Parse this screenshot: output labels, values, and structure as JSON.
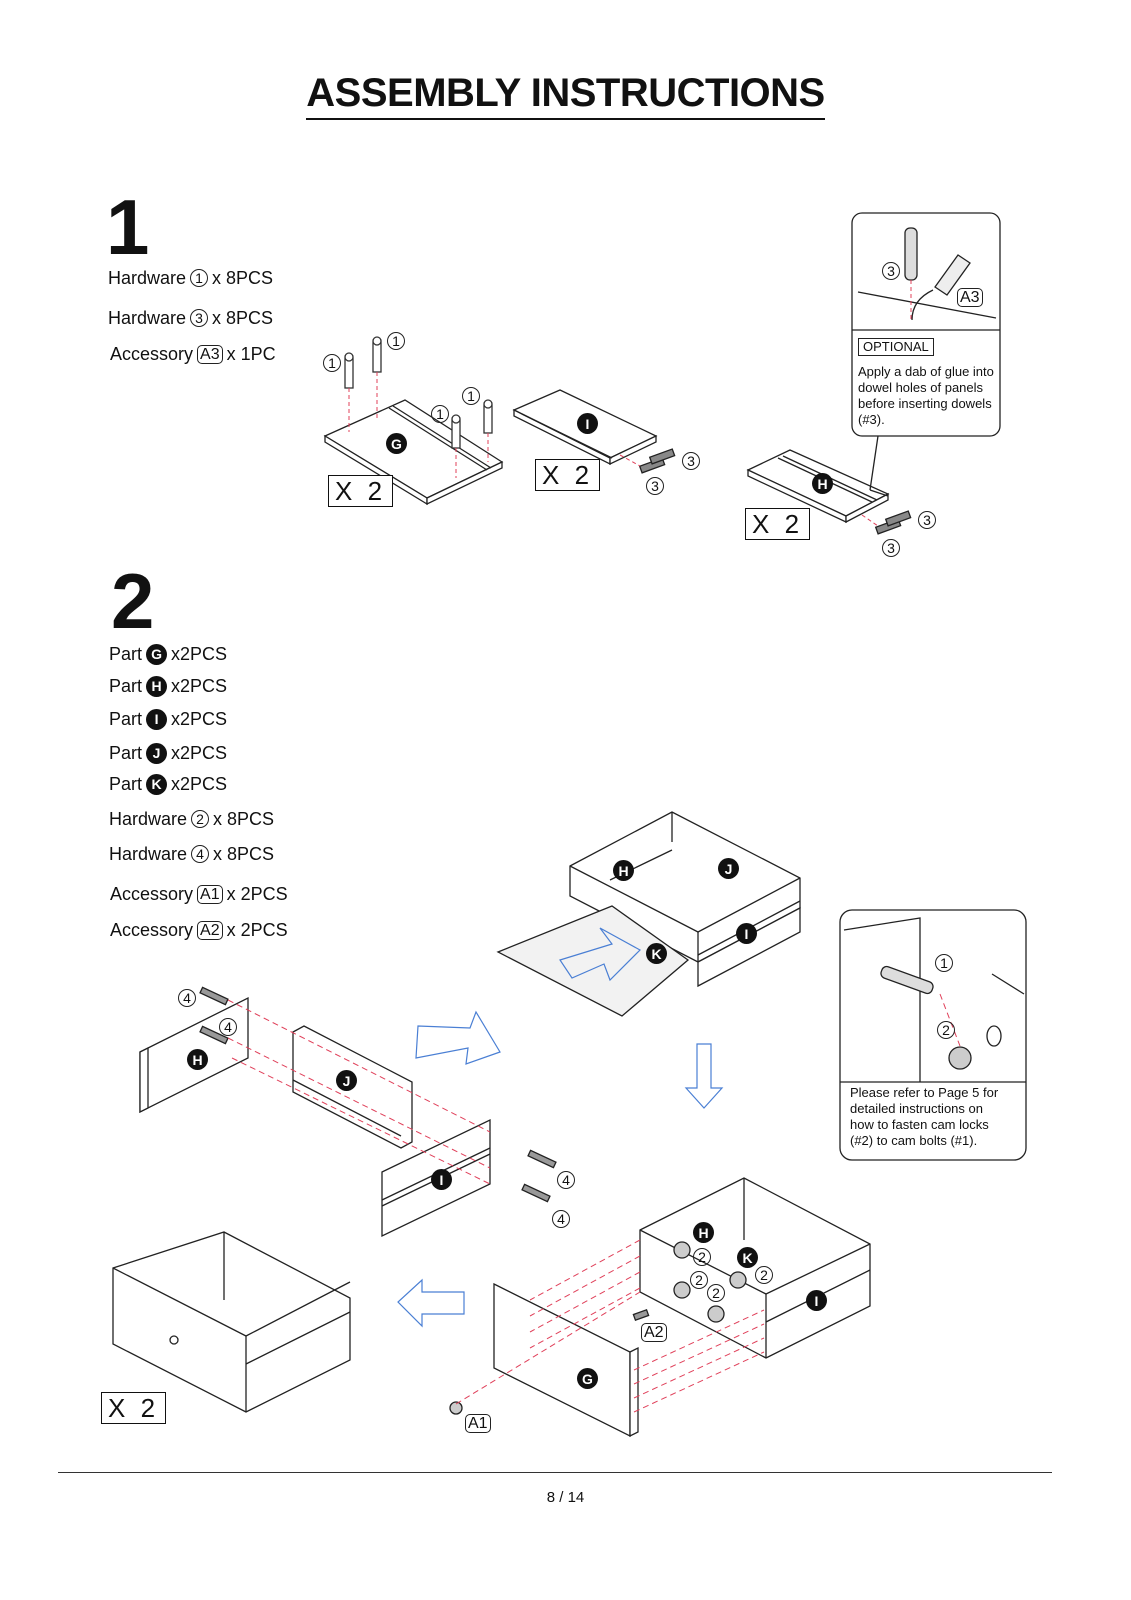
{
  "title": "ASSEMBLY INSTRUCTIONS",
  "step1": {
    "number": "1",
    "items": [
      {
        "prefix": "Hardware",
        "code": "1",
        "qty": "x 8PCS"
      },
      {
        "prefix": "Hardware",
        "code": "3",
        "qty": "x 8PCS"
      },
      {
        "prefix": "Accessory",
        "code": "A3",
        "qty": "x 1PC"
      }
    ],
    "qty_labels": [
      "X  2",
      "X  2",
      "X  2"
    ],
    "callout": {
      "tag": "OPTIONAL",
      "text": "Apply a dab of glue into dowel holes of panels before inserting dowels  (#3).",
      "hardware": "3",
      "accessory": "A3"
    },
    "diagram_labels": {
      "part_g": "G",
      "part_i": "I",
      "part_h": "H",
      "cam_bolt": "1",
      "dowel": "3"
    }
  },
  "step2": {
    "number": "2",
    "parts": [
      {
        "prefix": "Part",
        "code": "G",
        "qty": "x2PCS"
      },
      {
        "prefix": "Part",
        "code": "H",
        "qty": "x2PCS"
      },
      {
        "prefix": "Part",
        "code": "I",
        "qty": "x2PCS"
      },
      {
        "prefix": "Part",
        "code": "J",
        "qty": "x2PCS"
      },
      {
        "prefix": "Part",
        "code": "K",
        "qty": "x2PCS"
      }
    ],
    "hardware": [
      {
        "prefix": "Hardware",
        "code": "2",
        "qty": "x 8PCS"
      },
      {
        "prefix": "Hardware",
        "code": "4",
        "qty": "x 8PCS"
      }
    ],
    "accessories": [
      {
        "prefix": "Accessory",
        "code": "A1",
        "qty": "x 2PCS"
      },
      {
        "prefix": "Accessory",
        "code": "A2",
        "qty": "x 2PCS"
      }
    ],
    "qty_label": "X  2",
    "callout": {
      "text_l1": "Please refer to Page 5 for",
      "text_l2": "detailed instructions on",
      "text_l3": "how to fasten cam locks",
      "text_l4a": "(#2)",
      "text_l4b": "to cam bolts",
      "text_l4c": "(#1).",
      "hw_bolt": "1",
      "hw_lock": "2"
    },
    "diagram_labels": {
      "G": "G",
      "H": "H",
      "I": "I",
      "J": "J",
      "K": "K",
      "screw": "4",
      "cam_lock": "2",
      "A1": "A1",
      "A2": "A2"
    },
    "arrow_color": "#4a7fd4",
    "dash_color": "#e0405a"
  },
  "footer": {
    "page": "8 / 14"
  }
}
